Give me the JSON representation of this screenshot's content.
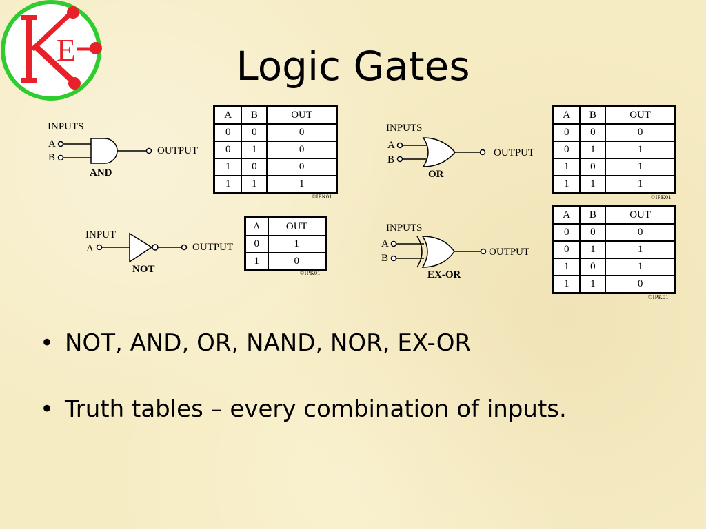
{
  "slide": {
    "title": "Logic Gates"
  },
  "logo": {
    "letters": "KE",
    "ring_color": "#2ecc2e",
    "letter_color": "#e8202a"
  },
  "gates": {
    "and": {
      "inputs_label": "INPUTS",
      "a_label": "A",
      "b_label": "B",
      "output_label": "OUTPUT",
      "name": "AND",
      "table": {
        "headers": [
          "A",
          "B",
          "OUT"
        ],
        "rows": [
          [
            "0",
            "0",
            "0"
          ],
          [
            "0",
            "1",
            "0"
          ],
          [
            "1",
            "0",
            "0"
          ],
          [
            "1",
            "1",
            "1"
          ]
        ],
        "copyright": "©IPK01"
      }
    },
    "or": {
      "inputs_label": "INPUTS",
      "a_label": "A",
      "b_label": "B",
      "output_label": "OUTPUT",
      "name": "OR",
      "table": {
        "headers": [
          "A",
          "B",
          "OUT"
        ],
        "rows": [
          [
            "0",
            "0",
            "0"
          ],
          [
            "0",
            "1",
            "1"
          ],
          [
            "1",
            "0",
            "1"
          ],
          [
            "1",
            "1",
            "1"
          ]
        ],
        "copyright": "©IPK01"
      }
    },
    "not": {
      "input_label": "INPUT",
      "a_label": "A",
      "output_label": "OUTPUT",
      "name": "NOT",
      "table": {
        "headers": [
          "A",
          "OUT"
        ],
        "rows": [
          [
            "0",
            "1"
          ],
          [
            "1",
            "0"
          ]
        ],
        "copyright": "©IPK01"
      }
    },
    "exor": {
      "inputs_label": "INPUTS",
      "a_label": "A",
      "b_label": "B",
      "output_label": "OUTPUT",
      "name": "EX-OR",
      "table": {
        "headers": [
          "A",
          "B",
          "OUT"
        ],
        "rows": [
          [
            "0",
            "0",
            "0"
          ],
          [
            "0",
            "1",
            "1"
          ],
          [
            "1",
            "0",
            "1"
          ],
          [
            "1",
            "1",
            "0"
          ]
        ],
        "copyright": "©IPK01"
      }
    }
  },
  "bullets": [
    {
      "marker": "•",
      "text": "NOT, AND, OR, NAND, NOR, EX-OR"
    },
    {
      "marker": "•",
      "text": "Truth tables – every combination of inputs."
    }
  ]
}
